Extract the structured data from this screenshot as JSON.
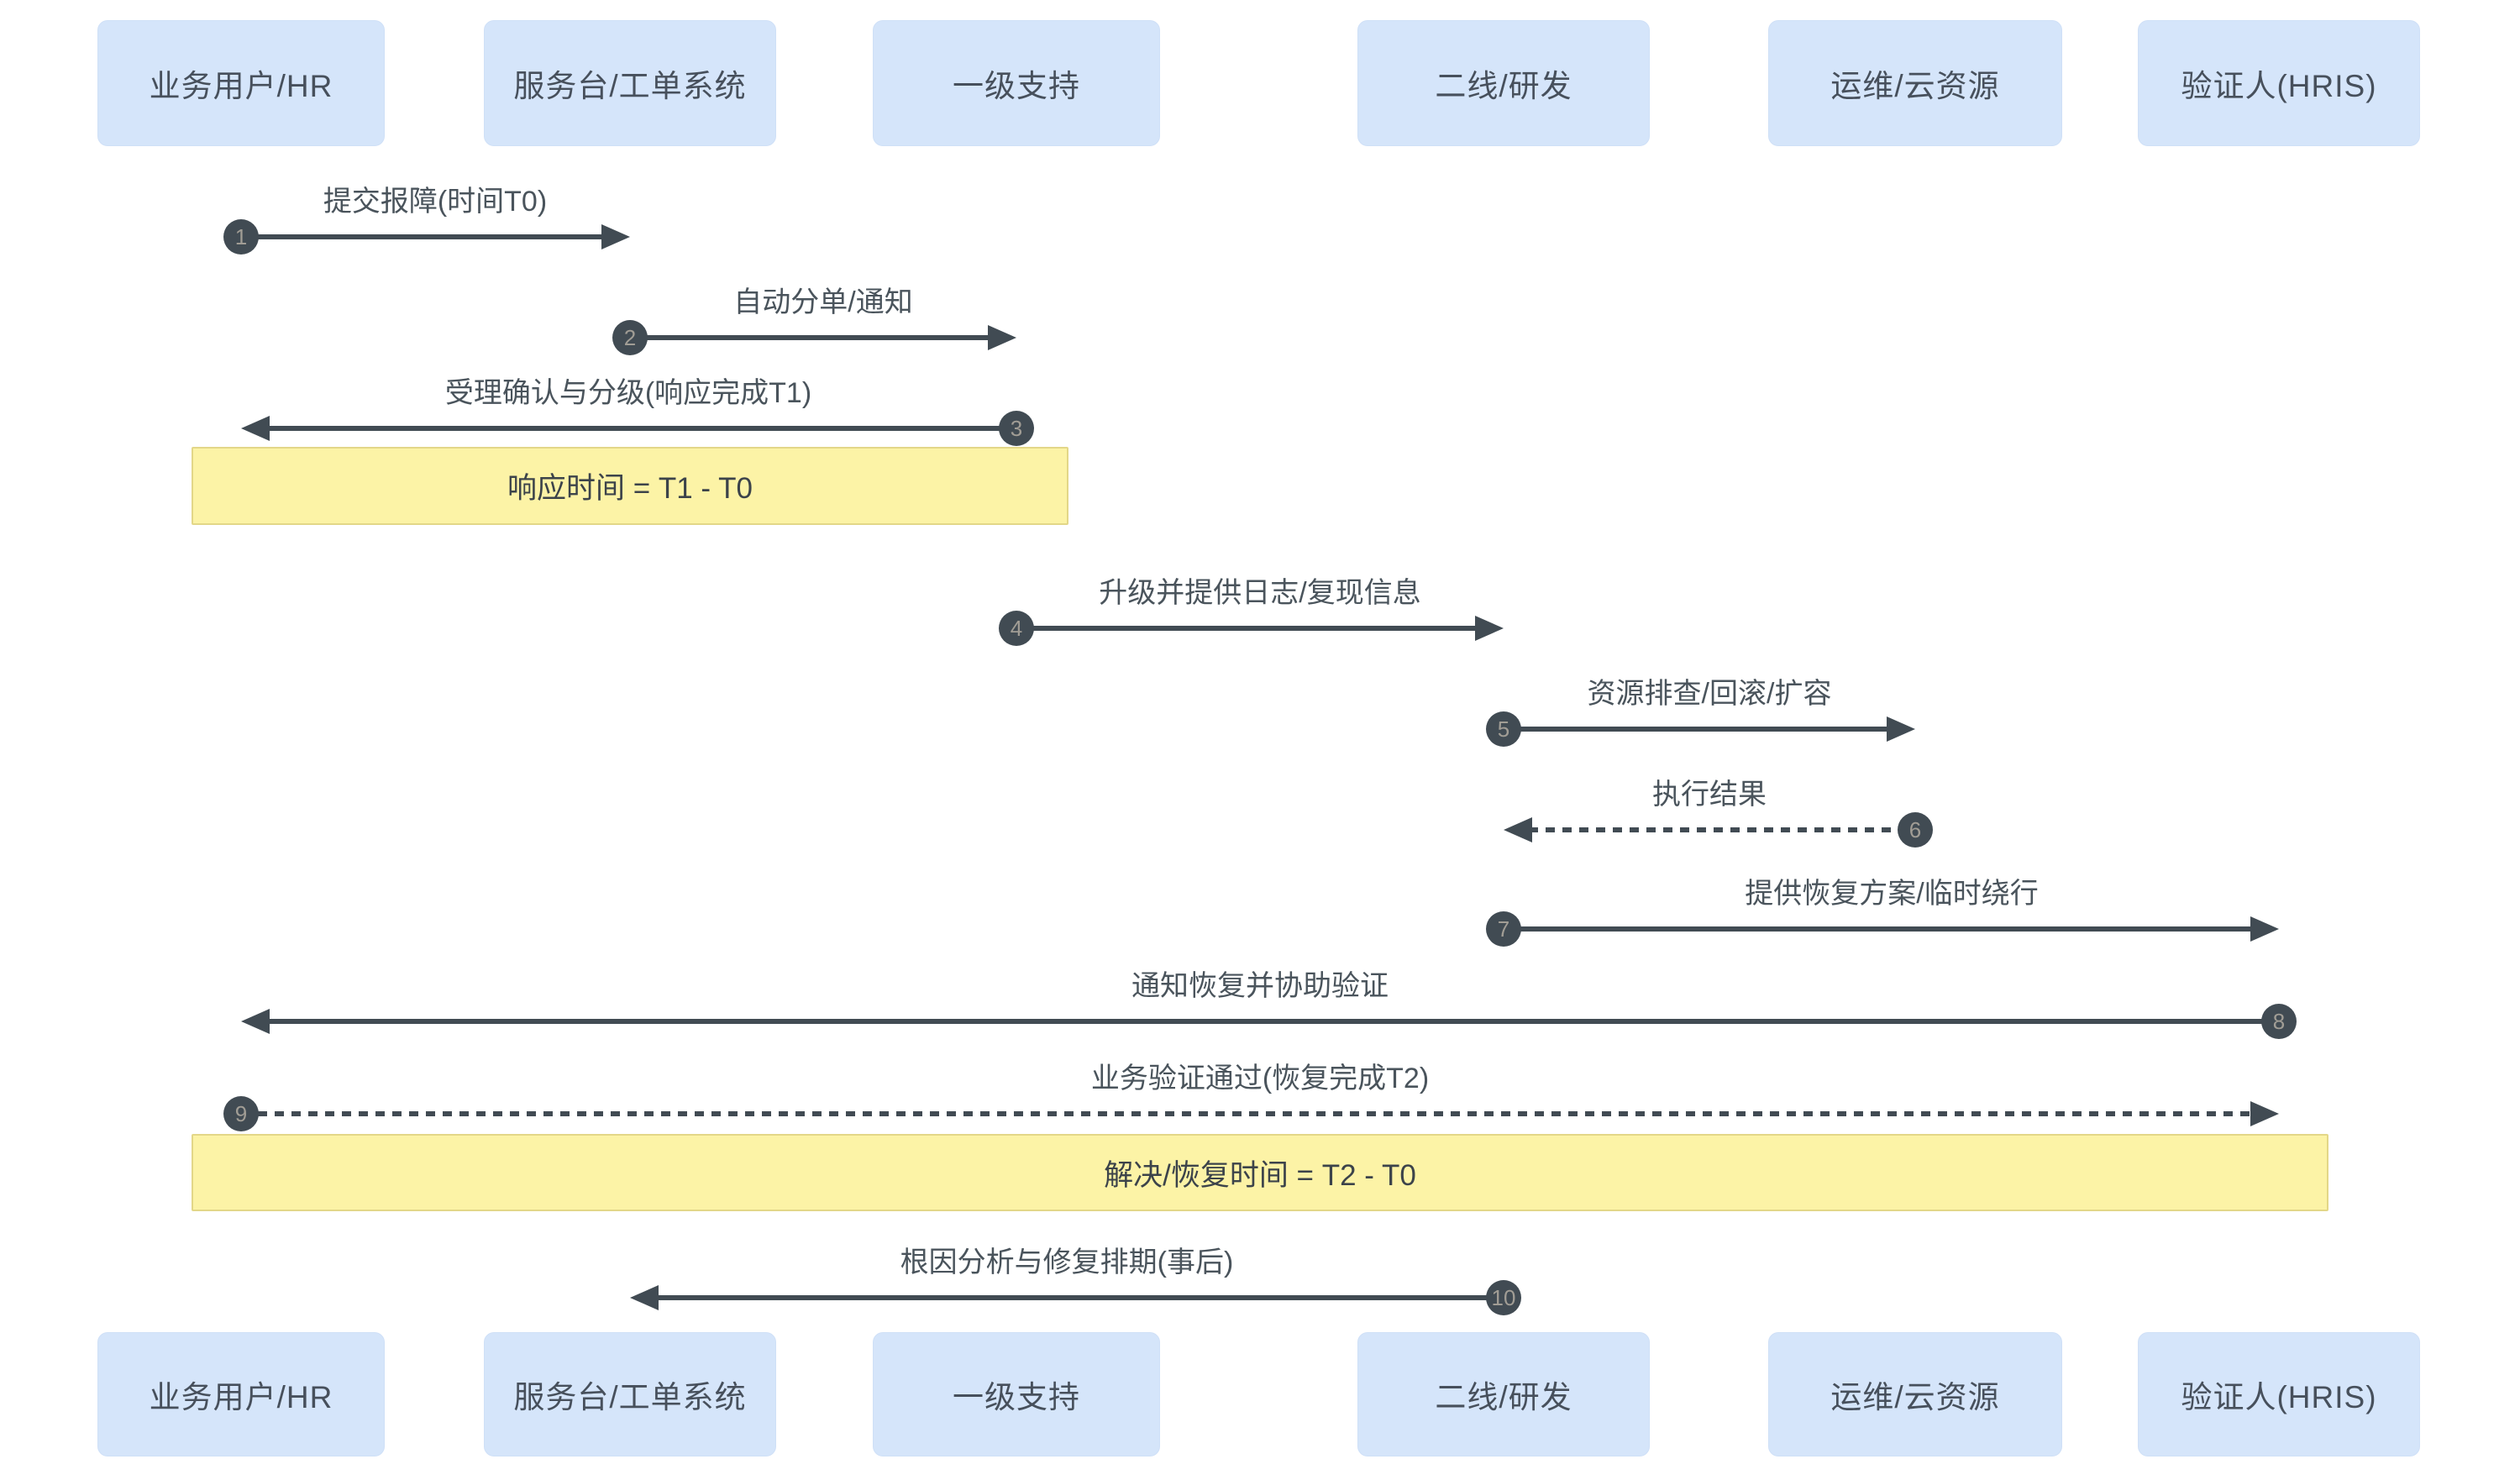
{
  "diagram": {
    "type": "sequence-diagram",
    "background": "#ffffff",
    "actors": [
      {
        "label": "业务用户/HR"
      },
      {
        "label": "服务台/工单系统"
      },
      {
        "label": "一级支持"
      },
      {
        "label": "二线/研发"
      },
      {
        "label": "运维/云资源"
      },
      {
        "label": "验证人(HRIS)"
      }
    ],
    "messages": [
      {
        "step": 1,
        "label": "提交报障(时间T0)",
        "from": "业务用户/HR",
        "to": "服务台/工单系统",
        "line": "solid",
        "direction": "right"
      },
      {
        "step": 2,
        "label": "自动分单/通知",
        "from": "服务台/工单系统",
        "to": "一级支持",
        "line": "solid",
        "direction": "right"
      },
      {
        "step": 3,
        "label": "受理确认与分级(响应完成T1)",
        "from": "一级支持",
        "to": "业务用户/HR",
        "line": "solid",
        "direction": "left"
      },
      {
        "step": 4,
        "label": "升级并提供日志/复现信息",
        "from": "一级支持",
        "to": "二线/研发",
        "line": "solid",
        "direction": "right"
      },
      {
        "step": 5,
        "label": "资源排查/回滚/扩容",
        "from": "二线/研发",
        "to": "运维/云资源",
        "line": "solid",
        "direction": "right"
      },
      {
        "step": 6,
        "label": "执行结果",
        "from": "运维/云资源",
        "to": "二线/研发",
        "line": "dashed",
        "direction": "left"
      },
      {
        "step": 7,
        "label": "提供恢复方案/临时绕行",
        "from": "二线/研发",
        "to": "验证人(HRIS)",
        "line": "solid",
        "direction": "right"
      },
      {
        "step": 8,
        "label": "通知恢复并协助验证",
        "from": "验证人(HRIS)",
        "to": "业务用户/HR",
        "line": "solid",
        "direction": "left"
      },
      {
        "step": 9,
        "label": "业务验证通过(恢复完成T2)",
        "from": "业务用户/HR",
        "to": "验证人(HRIS)",
        "line": "dashed",
        "direction": "right"
      },
      {
        "step": 10,
        "label": "根因分析与修复排期(事后)",
        "from": "二线/研发",
        "to": "服务台/工单系统",
        "line": "solid",
        "direction": "left"
      }
    ],
    "notes": [
      {
        "label": "响应时间 = T1 - T0",
        "over": [
          "业务用户/HR",
          "一级支持"
        ]
      },
      {
        "label": "解决/恢复时间 = T2 - T0",
        "over": [
          "业务用户/HR",
          "验证人(HRIS)"
        ]
      }
    ],
    "colors": {
      "actor_fill": "#d5e5fa",
      "actor_text": "#47505c",
      "arrow": "#414b53",
      "circle_fill": "#414b53",
      "circle_text": "#a19d95",
      "note_fill": "#fcf3a6",
      "note_border": "#e3d788",
      "note_text": "#3c434a",
      "label_text": "#4a545c"
    }
  }
}
